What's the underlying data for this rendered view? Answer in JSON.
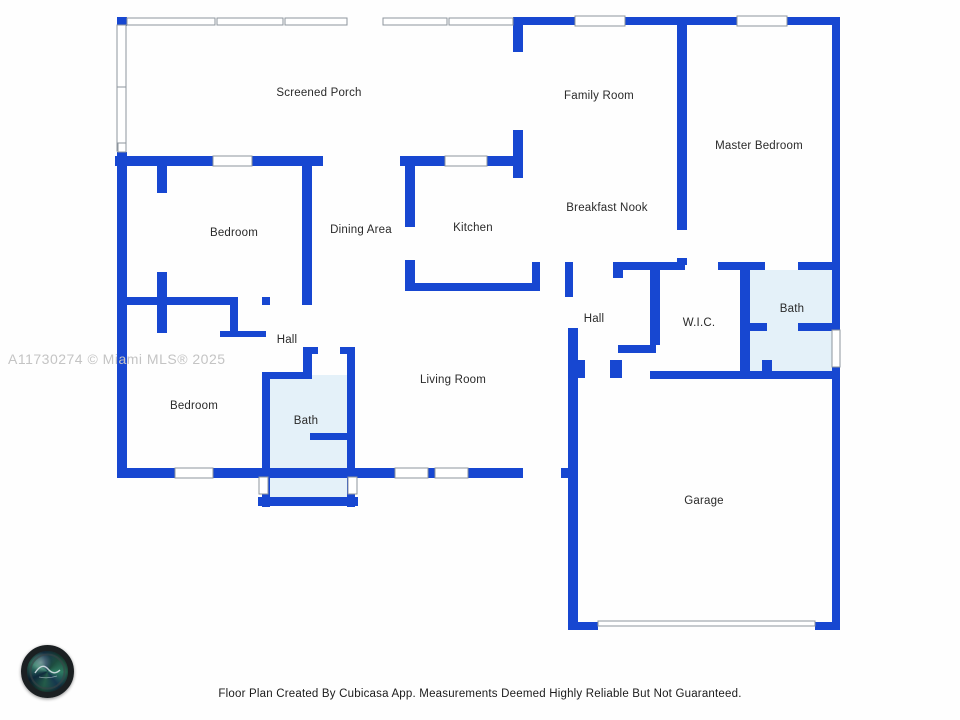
{
  "page": {
    "watermark": "A11730274 © Miami MLS® 2025",
    "footer": "Floor Plan Created By Cubicasa App. Measurements Deemed Highly Reliable But Not Guaranteed.",
    "logo_icon": "camera-lens-logo",
    "colors": {
      "wall": "#1747d1",
      "bath_floor": "#e4f1f9",
      "window_border": "#8d959d",
      "watermark": "#c4c4c4",
      "label": "#2a2a2a",
      "background": "#fefefe"
    }
  },
  "rooms": [
    {
      "name": "Screened Porch"
    },
    {
      "name": "Family Room"
    },
    {
      "name": "Master Bedroom"
    },
    {
      "name": "Bedroom"
    },
    {
      "name": "Dining Area"
    },
    {
      "name": "Kitchen"
    },
    {
      "name": "Breakfast Nook"
    },
    {
      "name": "Hall"
    },
    {
      "name": "W.I.C."
    },
    {
      "name": "Bath"
    },
    {
      "name": "Hall"
    },
    {
      "name": "Bedroom"
    },
    {
      "name": "Bath"
    },
    {
      "name": "Living Room"
    },
    {
      "name": "Garage"
    }
  ]
}
